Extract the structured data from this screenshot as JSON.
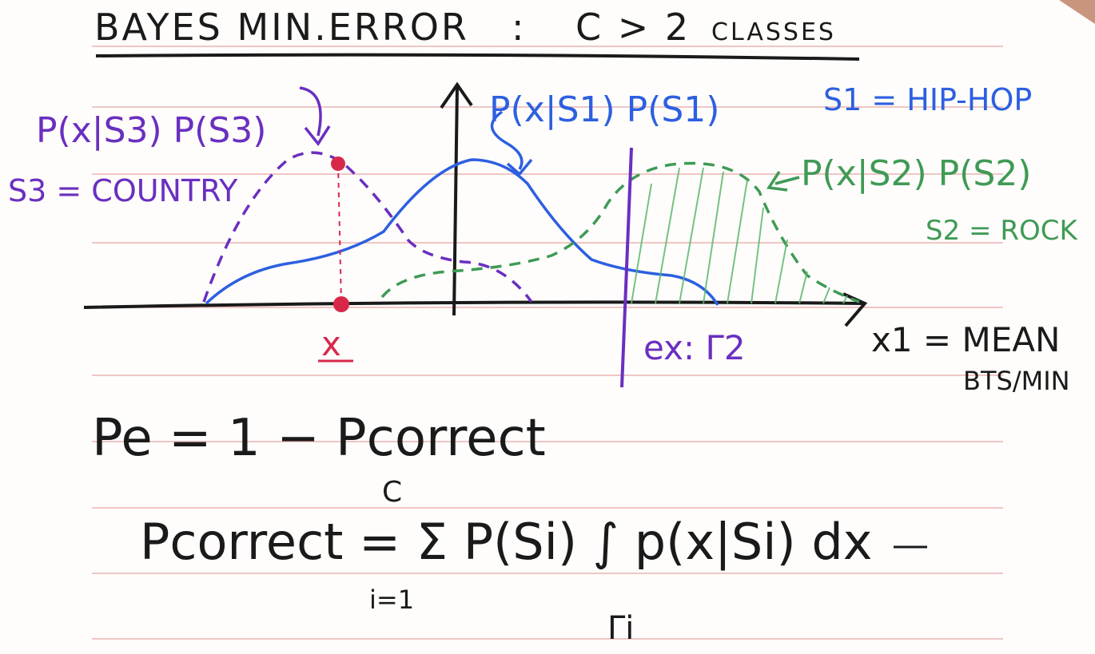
{
  "title": {
    "main": "BAYES MIN.ERROR",
    "colon": ":",
    "suffix": "C > 2",
    "classes": "CLASSES"
  },
  "curves": {
    "s3_label": "P(x|S3) P(S3)",
    "s3_def": "S3 = COUNTRY",
    "s1_label": "P(x|S1) P(S1)",
    "s1_def": "S1 = HIP-HOP",
    "s2_label": "P(x|S2) P(S2)",
    "s2_def": "S2 = ROCK"
  },
  "axis": {
    "x_label": "x1 = MEAN",
    "x_label_line2": "BTS/MIN",
    "point_label": "x",
    "region_label": "ex: Γ2"
  },
  "equations": {
    "pe": "Pe = 1 − Pcorrect",
    "pcorrect": "Pcorrect = Σ P(Si) ∫ p(x|Si) dx",
    "sum_upper": "C",
    "sum_lower": "i=1",
    "int_lower": "Γi"
  },
  "colors": {
    "purple": "#6a2fc0",
    "blue": "#2d5fe0",
    "green": "#3f9a55",
    "red": "#d8284a",
    "ink": "#1a1a1a",
    "rule": "#e9a7a7"
  }
}
